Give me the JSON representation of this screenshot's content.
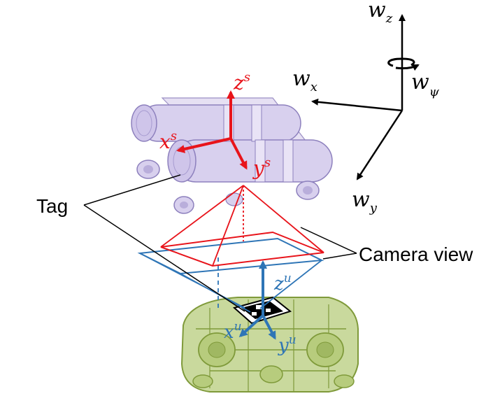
{
  "labels": {
    "tag": "Tag",
    "camera_view": "Camera view"
  },
  "world_frame": {
    "wz": {
      "base": "w",
      "sub": "z"
    },
    "wx": {
      "base": "w",
      "sub": "x"
    },
    "wy": {
      "base": "w",
      "sub": "y"
    },
    "wpsi": {
      "base": "w",
      "sub": "ψ"
    }
  },
  "surface_frame": {
    "zs": {
      "base": "z",
      "sup": "s"
    },
    "xs": {
      "base": "x",
      "sup": "s"
    },
    "ys": {
      "base": "y",
      "sup": "s"
    }
  },
  "underwater_frame": {
    "zu": {
      "base": "z",
      "sup": "u"
    },
    "xu": {
      "base": "x",
      "sup": "u"
    },
    "yu": {
      "base": "y",
      "sup": "u"
    }
  },
  "colors": {
    "world_axes": "#000000",
    "surface_axes": "#e8141b",
    "underwater_axes": "#2e75b6",
    "surface_vehicle": "#c9bfe3",
    "underwater_vehicle": "#a6bf6a",
    "tag": "#000000"
  }
}
